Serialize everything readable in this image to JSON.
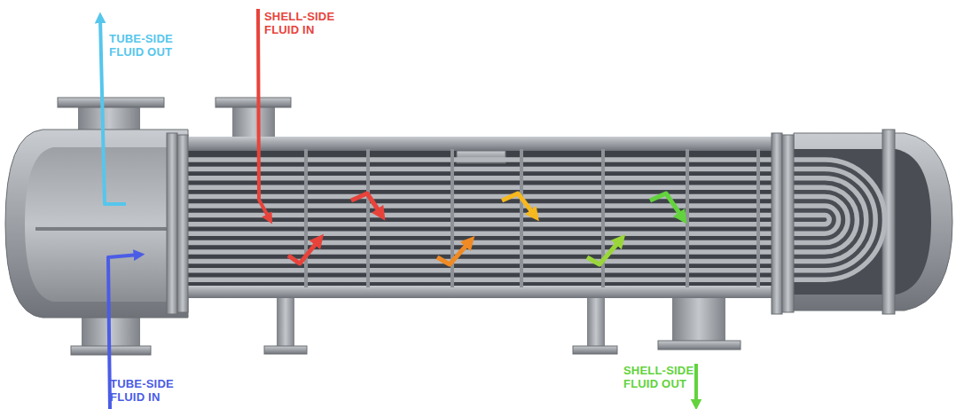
{
  "diagram": {
    "labels": [
      "TUBE-SIDE FLUID OUT",
      "SHELL-SIDE FLUID IN",
      "TUBE-SIDE FLUID IN",
      "SHELL-SIDE FLUID OUT"
    ]
  }
}
